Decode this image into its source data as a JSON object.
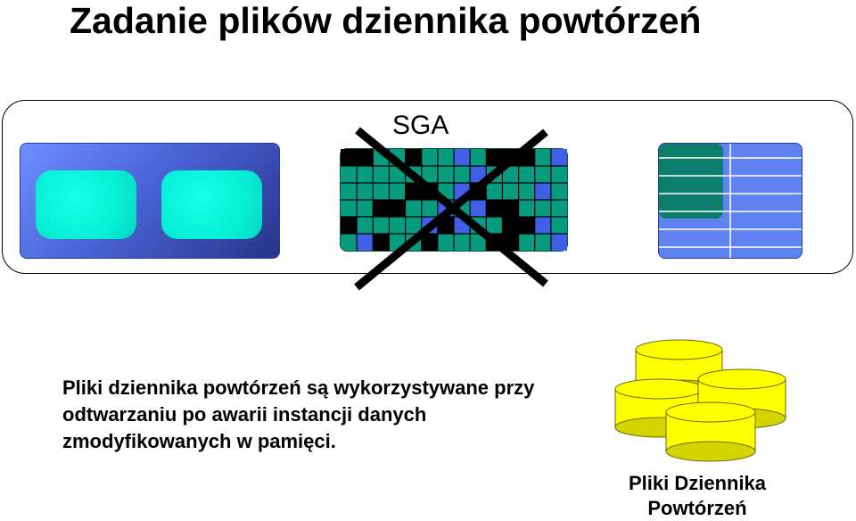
{
  "title": "Zadanie plików dziennika powtórzeń",
  "sga": {
    "label": "SGA"
  },
  "description": "Pliki dziennika powtórzeń są wykorzystywane przy odtwarzaniu po awarii instancji danych zmodyfikowanych w pamięci.",
  "files_label": "Pliki Dziennika Powtórzeń",
  "colors": {
    "teal": "#07efd6",
    "blue_panel": "#4a63d6",
    "grid_green": "#079b80",
    "grid_blue": "#3f5fe6",
    "cross": "#000000",
    "disk_yellow": "#ffff00"
  }
}
